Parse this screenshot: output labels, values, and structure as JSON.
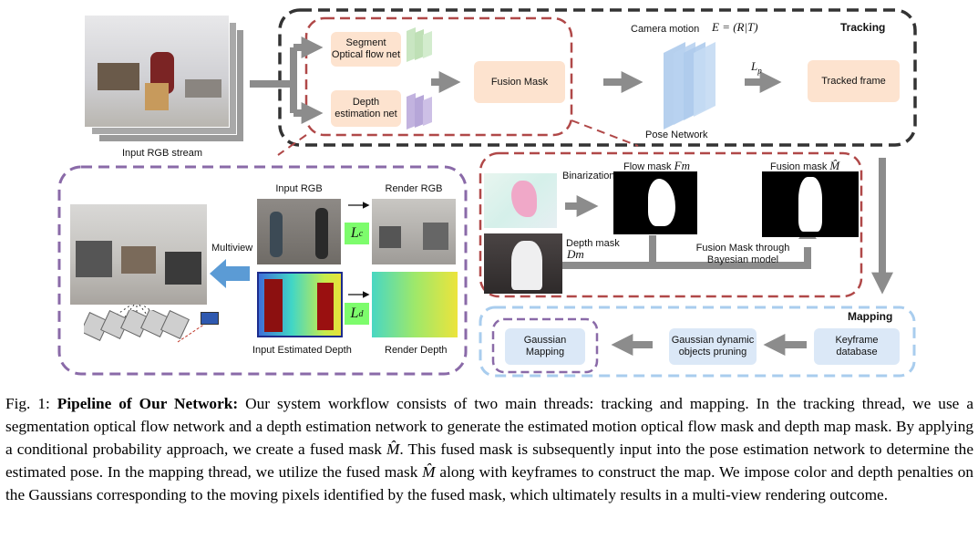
{
  "figure": {
    "tracking_title": "Tracking",
    "mapping_title": "Mapping",
    "input_stream_label": "Input RGB stream",
    "segment_net_label_1": "Segment",
    "segment_net_label_2": "Optical flow net",
    "depth_net_label_1": "Depth",
    "depth_net_label_2": "estimation net",
    "fusion_mask_label": "Fusion Mask",
    "camera_motion_label": "Camera motion",
    "camera_motion_eq": "E = (R|T)",
    "lp_label": "L",
    "lp_sub": "p",
    "pose_network_label": "Pose Network",
    "tracked_frame_label": "Tracked frame",
    "binarization_label": "Binarization",
    "flow_mask_label": "Flow mask",
    "flow_mask_sym": "Fm",
    "fusion_mask_hat_label": "Fusion mask",
    "fusion_mask_hat_sym": "M̂",
    "depth_mask_label": "Depth mask",
    "depth_mask_sym": "Dm",
    "bayes_label_1": "Fusion Mask through",
    "bayes_label_2": "Bayesian model",
    "input_rgb_label": "Input RGB",
    "render_rgb_label": "Render RGB",
    "lc_label": "L",
    "lc_sub": "c",
    "ld_label": "L",
    "ld_sub": "d",
    "input_depth_label": "Input Estimated Depth",
    "render_depth_label": "Render Depth",
    "multiview_label": "Multiview",
    "gaussian_mapping_label_1": "Gaussian",
    "gaussian_mapping_label_2": "Mapping",
    "pruning_label_1": "Gaussian dynamic",
    "pruning_label_2": "objects pruning",
    "keyframe_label_1": "Keyframe",
    "keyframe_label_2": "database"
  },
  "caption": {
    "prefix": "Fig. 1: ",
    "lead": "Pipeline of Our Network:",
    "text_1": " Our system workflow consists of two main threads: tracking and mapping. In the tracking thread, we use a segmentation optical flow network and a depth estimation network to generate the estimated motion optical flow mask and depth map mask. By applying a conditional probability approach, we create a fused mask ",
    "mhat_1": "M̂",
    "text_2": ". This fused mask is subsequently input into the pose estimation network to determine the estimated pose. In the mapping thread, we utilize the fused mask ",
    "mhat_2": "M̂",
    "text_3": " along with keyframes to construct the map. We impose color and depth penalties on the Gaussians corresponding to the moving pixels identified by the fused mask, which ultimately results in a multi-view rendering outcome."
  },
  "colors": {
    "tracking_border": "#333333",
    "red_dashed": "#b04848",
    "purple_dashed": "#8a6aa8",
    "mapping_border": "#a9cdee",
    "peach_box": "#fde3cf",
    "blue_box": "#dbe8f7",
    "green_loss": "#7dfc6c",
    "arrow_gray": "#8c8c8c",
    "arrow_blue": "#5b9bd5"
  }
}
